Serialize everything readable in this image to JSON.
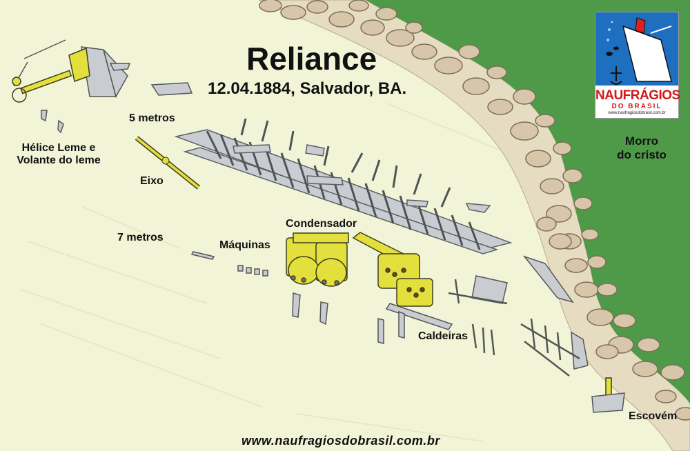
{
  "map": {
    "title": "Reliance",
    "subtitle": "12.04.1884, Salvador, BA.",
    "labels": {
      "helice_line1": "Hélice Leme e",
      "helice_line2": "Volante do leme",
      "depth_5": "5 metros",
      "depth_7": "7 metros",
      "eixo": "Eixo",
      "maquinas": "Máquinas",
      "condensador": "Condensador",
      "caldeiras": "Caldeiras",
      "escovem": "Escovém",
      "morro_line1": "Morro",
      "morro_line2": "do cristo"
    },
    "footer_url": "www.naufragiosdobrasil.com.br",
    "colors": {
      "sand": "#f1f4d6",
      "land": "#4f9a48",
      "rock": "#d8c6aa",
      "hull": "#c9cdd2",
      "machinery": "#e3df3c"
    }
  },
  "logo": {
    "name": "NAUFRÁGIOS",
    "sub": "DO BRASIL",
    "url": "www.naufragiosdobrasil.com.br"
  }
}
